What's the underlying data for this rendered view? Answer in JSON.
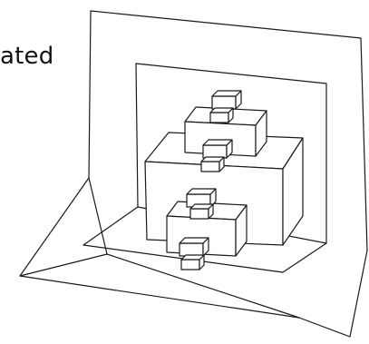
{
  "caption": {
    "text": "ated"
  },
  "diagram": {
    "description_words": [],
    "box_levels": [
      "large-base",
      "mid-lower",
      "mid-upper",
      "small"
    ]
  }
}
